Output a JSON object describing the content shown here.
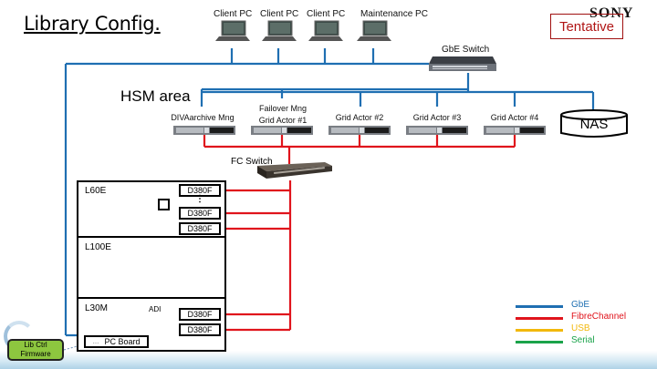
{
  "page": {
    "title": "Library Config.",
    "brand": "SONY",
    "status_badge": "Tentative"
  },
  "network": {
    "clients": [
      {
        "label": "Client PC",
        "icon": "desktop-pc-icon"
      },
      {
        "label": "Client PC",
        "icon": "desktop-pc-icon"
      },
      {
        "label": "Client PC",
        "icon": "desktop-pc-icon"
      },
      {
        "label": "Maintenance PC",
        "icon": "desktop-pc-icon"
      }
    ],
    "gbe_switch": "GbE Switch",
    "hsm_area": "HSM area",
    "servers": [
      {
        "line1": "",
        "line2": "DIVAarchive Mng"
      },
      {
        "line1": "Failover Mng",
        "line2": "Grid Actor #1"
      },
      {
        "line1": "",
        "line2": "Grid Actor #2"
      },
      {
        "line1": "",
        "line2": "Grid Actor #3"
      },
      {
        "line1": "",
        "line2": "Grid Actor #4"
      }
    ],
    "nas": "NAS",
    "fc_switch": "FC Switch"
  },
  "library": {
    "modules": [
      {
        "name": "L60E",
        "drives": [
          "D380F",
          "D380F",
          "D380F"
        ],
        "ellipsis": "⋮"
      },
      {
        "name": "L100E",
        "drives": []
      },
      {
        "name": "L30M",
        "drives": [
          "D380F",
          "D380F"
        ],
        "adi_label": "ADI"
      }
    ],
    "pc_board": "PC Board",
    "pc_board_prefix": "…",
    "firmware": {
      "line1": "Lib Ctrl",
      "line2": "Firmware"
    }
  },
  "legend": [
    {
      "label": "GbE",
      "color": "#1f6fb2"
    },
    {
      "label": "FibreChannel",
      "color": "#e0141c"
    },
    {
      "label": "USB",
      "color": "#f2b80c"
    },
    {
      "label": "Serial",
      "color": "#1aa34a"
    }
  ],
  "colors": {
    "gbe": "#1f6fb2",
    "fc": "#e0141c",
    "serial": "#1aa34a",
    "badge": "#b01515",
    "firmware_bg": "#8dc63f"
  }
}
